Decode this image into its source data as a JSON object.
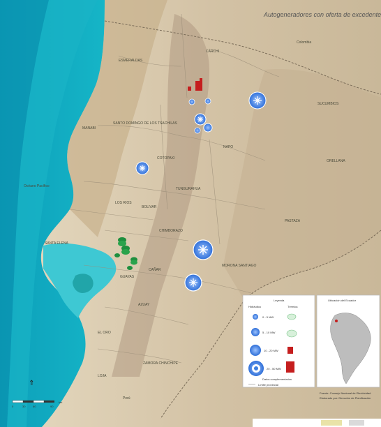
{
  "map": {
    "title": "Autogeneradores con oferta de excedentes",
    "scale_label": "km",
    "scale_ticks": [
      "0",
      "30",
      "60",
      "90"
    ],
    "region_labels": {
      "esmeraldas": "ESMERALDAS",
      "carchi": "CARCHI",
      "sucumbios": "SUCUMBIOS",
      "manabi": "MANABI",
      "santo_domingo": "SANTO DOMINGO DE LOS TSACHILAS",
      "orellana": "ORELLANA",
      "napo": "NAPO",
      "cotopaxi": "COTOPAXI",
      "los_rios": "LOS RIOS",
      "pastaza": "PASTAZA",
      "tungurahua": "TUNGURAHUA",
      "bolivar": "BOLIVAR",
      "chimborazo": "CHIMBORAZO",
      "santa_elena": "SANTA ELENA",
      "guayas": "GUAYAS",
      "canar": "CAÑAR",
      "morona": "MORONA SANTIAGO",
      "azuay": "AZUAY",
      "el_oro": "EL ORO",
      "loja": "LOJA",
      "zamora": "ZAMORA CHINCHIPE",
      "colombia": "Colombia",
      "peru": "Perú",
      "oceano": "Océano Pacífico"
    }
  },
  "legend": {
    "title": "Leyenda",
    "col_hidro": "Hidráulica",
    "col_termo": "Térmica",
    "ranges": [
      "0 - 5 MW",
      "5 - 10 MW",
      "10 - 20 MW",
      "20 - 50 MW"
    ],
    "section_label": "Datos complementarios",
    "limit_label": "Límite provincial"
  },
  "inset": {
    "title": "Ubicación del Ecuador"
  },
  "footer": {
    "note": "Fuente: Consejo Nacional de Electricidad",
    "note2": "Elaborado por: Dirección de Planificación"
  },
  "colors": {
    "ocean_deep": "#1cb6c8",
    "ocean_light": "#7fe0e0",
    "land": "#d9cbb0",
    "land_dark": "#b9a689",
    "hydro": "#3d7fe0",
    "thermal": "#c51e1e",
    "biomass": "#1e8f3e"
  }
}
